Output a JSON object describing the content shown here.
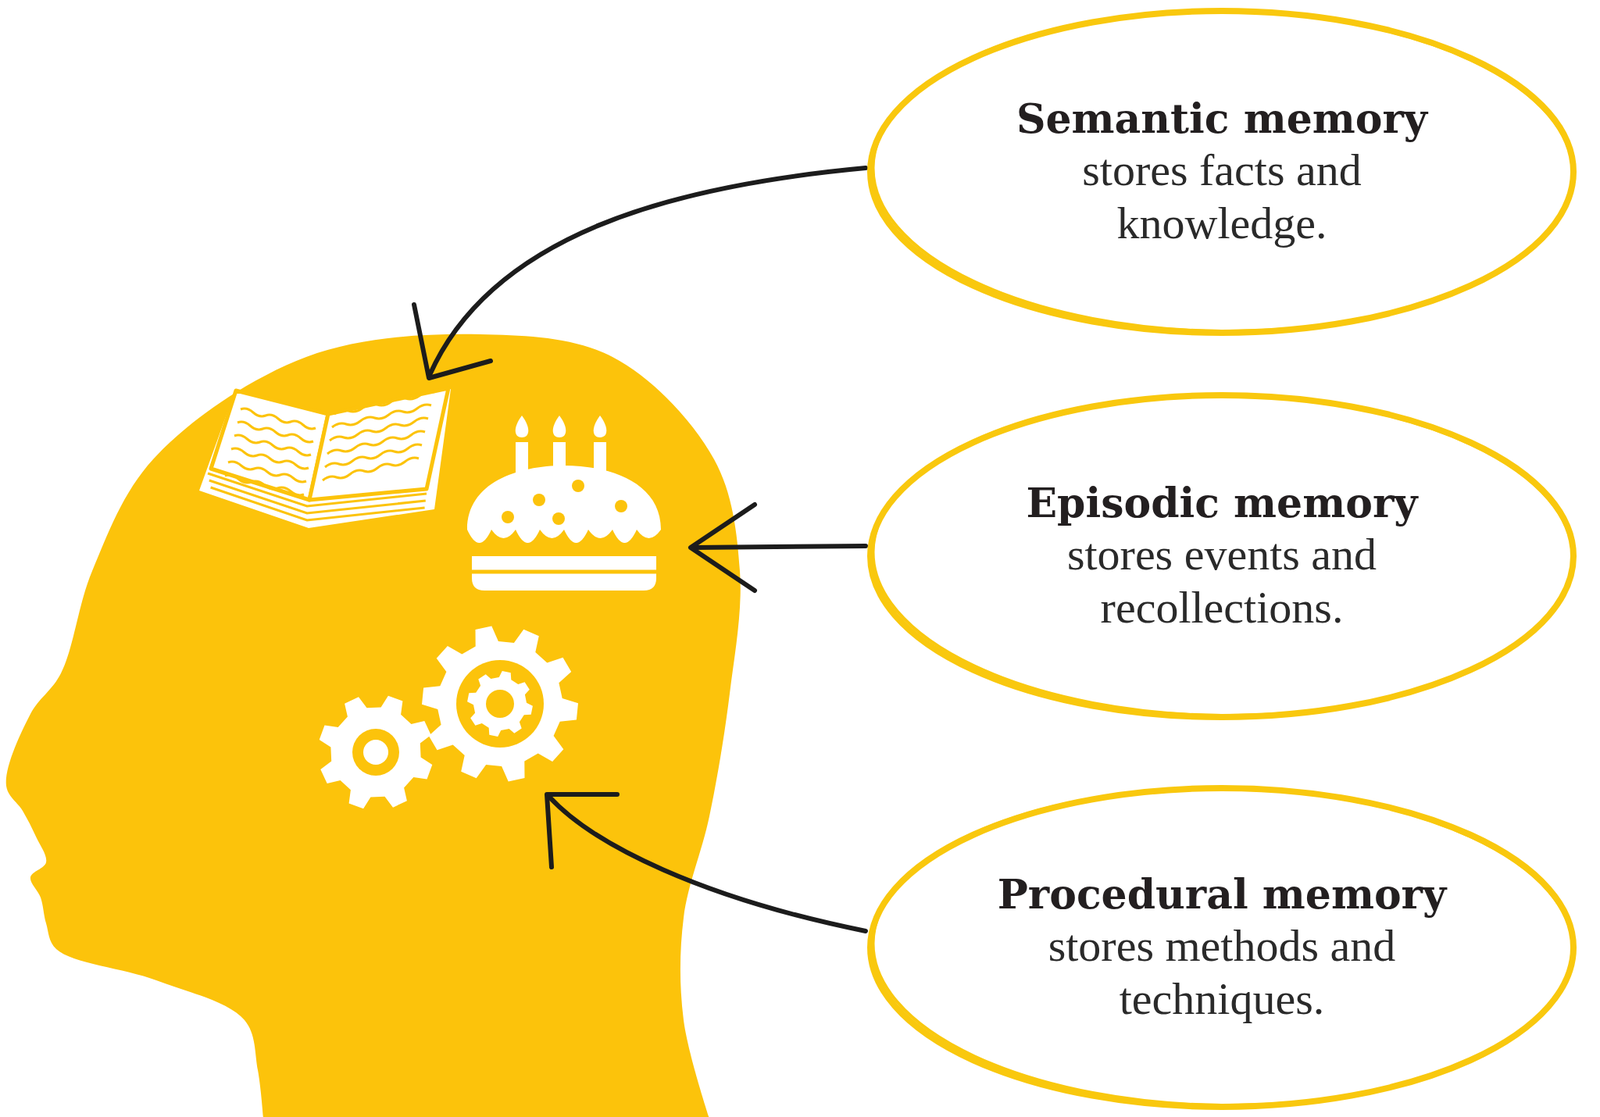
{
  "diagram": {
    "nodes": [
      {
        "text": [
          "Semantic memory",
          "stores facts and knowledge."
        ]
      },
      {
        "text": [
          "Episodic memory",
          "stores events and recollections."
        ]
      },
      {
        "text": [
          "Procedural memory",
          "stores methods and techniques."
        ]
      }
    ]
  }
}
